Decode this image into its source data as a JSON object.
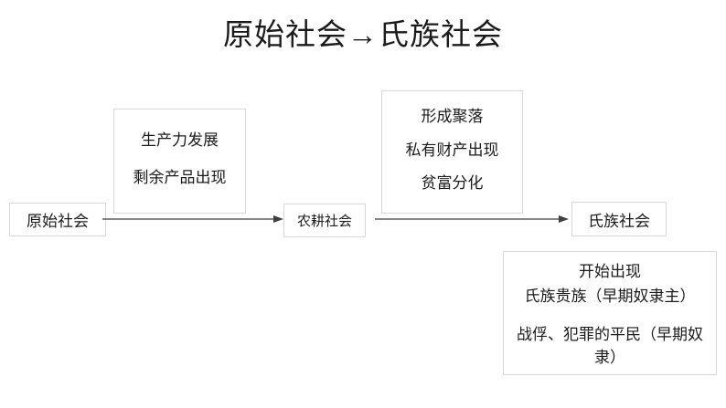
{
  "slide": {
    "title": "原始社会→氏族社会",
    "background_color": "#ffffff",
    "text_color": "#1b1b1b",
    "box_border_color": "#d8d8d8",
    "arrow_color": "#3f3f3f"
  },
  "nodes": {
    "primitive_society": {
      "label": "原始社会"
    },
    "farming_society": {
      "label": "农耕社会"
    },
    "clan_society": {
      "label": "氏族社会"
    }
  },
  "notes": {
    "productivity": {
      "lines": [
        "生产力发展",
        "剩余产品出现"
      ]
    },
    "settlement": {
      "lines": [
        "形成聚落",
        "私有财产出现",
        "贫富分化"
      ]
    },
    "classes": {
      "heading": "开始出现",
      "line_1": "氏族贵族（早期奴隶主）",
      "line_2": "战俘、犯罪的平民（早期奴隶）"
    }
  },
  "arrows": {
    "primitive_to_farming": {
      "name": "arrow-right"
    },
    "farming_to_clan": {
      "name": "arrow-right"
    }
  }
}
